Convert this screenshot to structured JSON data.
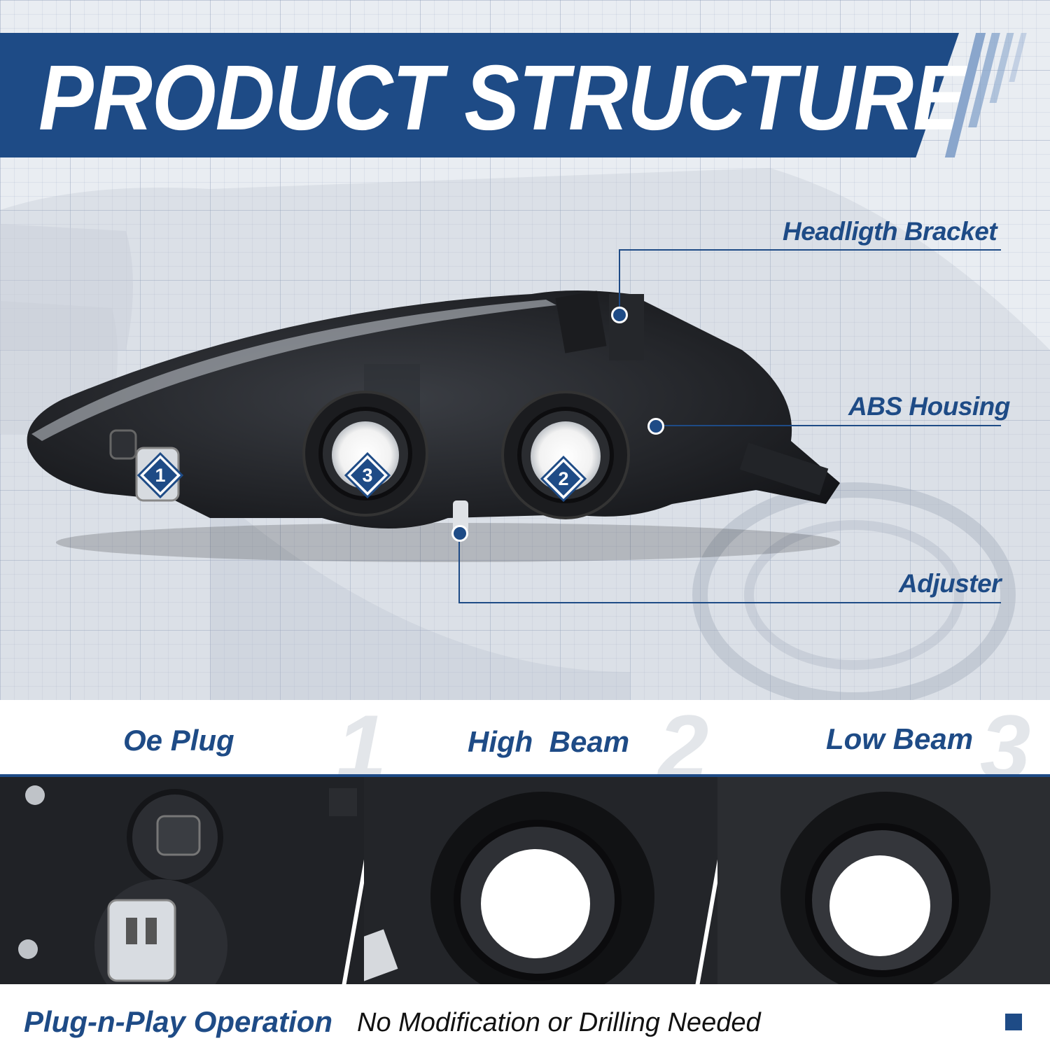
{
  "banner": {
    "title": "PRODUCT STRUCTURE"
  },
  "callouts": [
    {
      "label": "Headligth Bracket"
    },
    {
      "label": "ABS Housing"
    },
    {
      "label": "Adjuster"
    }
  ],
  "markers": [
    "1",
    "3",
    "2"
  ],
  "features": [
    {
      "label": "Oe Plug",
      "number": "1"
    },
    {
      "label": "High  Beam",
      "number": "2"
    },
    {
      "label": "Low Beam",
      "number": "3"
    }
  ],
  "footer": {
    "main": "Plug-n-Play Operation",
    "sub": "No Modification or Drilling Needed"
  },
  "colors": {
    "brand": "#1e4b86",
    "stripe": "#8aa6cc",
    "housing": "#1a1c20"
  }
}
